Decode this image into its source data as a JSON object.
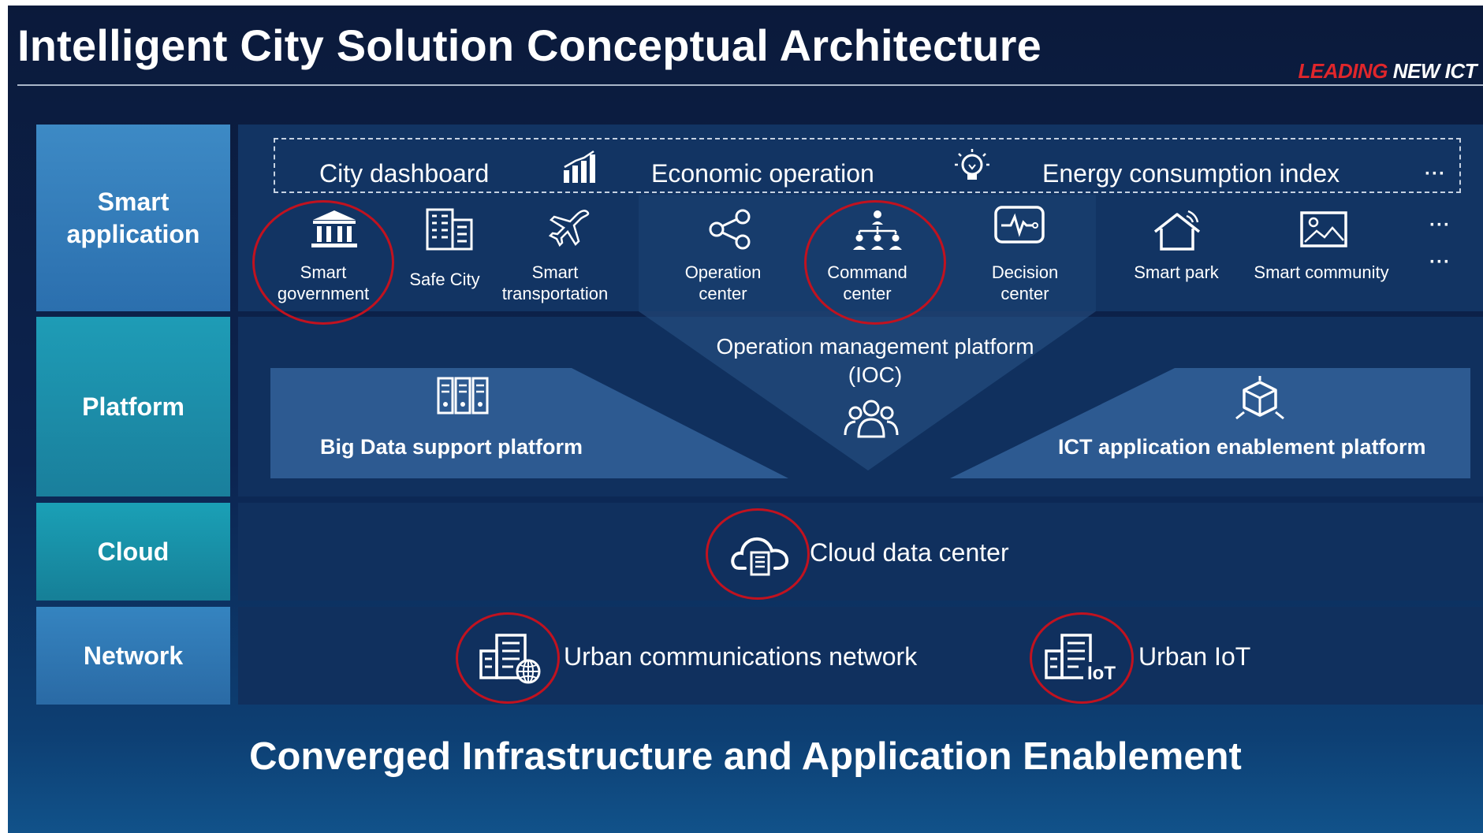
{
  "title": "Intelligent City Solution Conceptual Architecture",
  "brand": {
    "red": "LEADING",
    "white": " NEW ICT"
  },
  "layers": {
    "smart": "Smart\napplication",
    "platform": "Platform",
    "cloud": "Cloud",
    "network": "Network"
  },
  "dashboard": {
    "city": "City dashboard",
    "economic": "Economic operation",
    "energy": "Energy consumption index",
    "more": "···"
  },
  "apps": {
    "smart_government": "Smart\ngovernment",
    "safe_city": "Safe City",
    "smart_transportation": "Smart\ntransportation",
    "operation_center": "Operation\ncenter",
    "command_center": "Command\ncenter",
    "decision_center": "Decision\ncenter",
    "smart_park": "Smart park",
    "smart_community": "Smart community",
    "more1": "···",
    "more2": "···"
  },
  "platform": {
    "ioc": "Operation management platform\n(IOC)",
    "big_data": "Big Data support platform",
    "ict": "ICT application enablement platform"
  },
  "cloud": {
    "label": "Cloud data center"
  },
  "network": {
    "urban_comm": "Urban communications network",
    "urban_iot": "Urban IoT"
  },
  "footer": "Converged Infrastructure and Application Enablement",
  "colors": {
    "background": "#0c2450",
    "smart_label": "#3a86c2",
    "platform_label": "#1c93ad",
    "highlight_ring": "#c1121f",
    "brand_red": "#e0262b"
  },
  "icons": [
    "bar-chart-icon",
    "lightbulb-icon",
    "government-building-icon",
    "office-building-icon",
    "airplane-icon",
    "share-nodes-icon",
    "org-hierarchy-icon",
    "heartbeat-monitor-icon",
    "house-wifi-icon",
    "picture-icon",
    "server-rack-icon",
    "team-icon",
    "cube-network-icon",
    "cloud-building-icon",
    "building-globe-icon",
    "building-iot-icon"
  ]
}
